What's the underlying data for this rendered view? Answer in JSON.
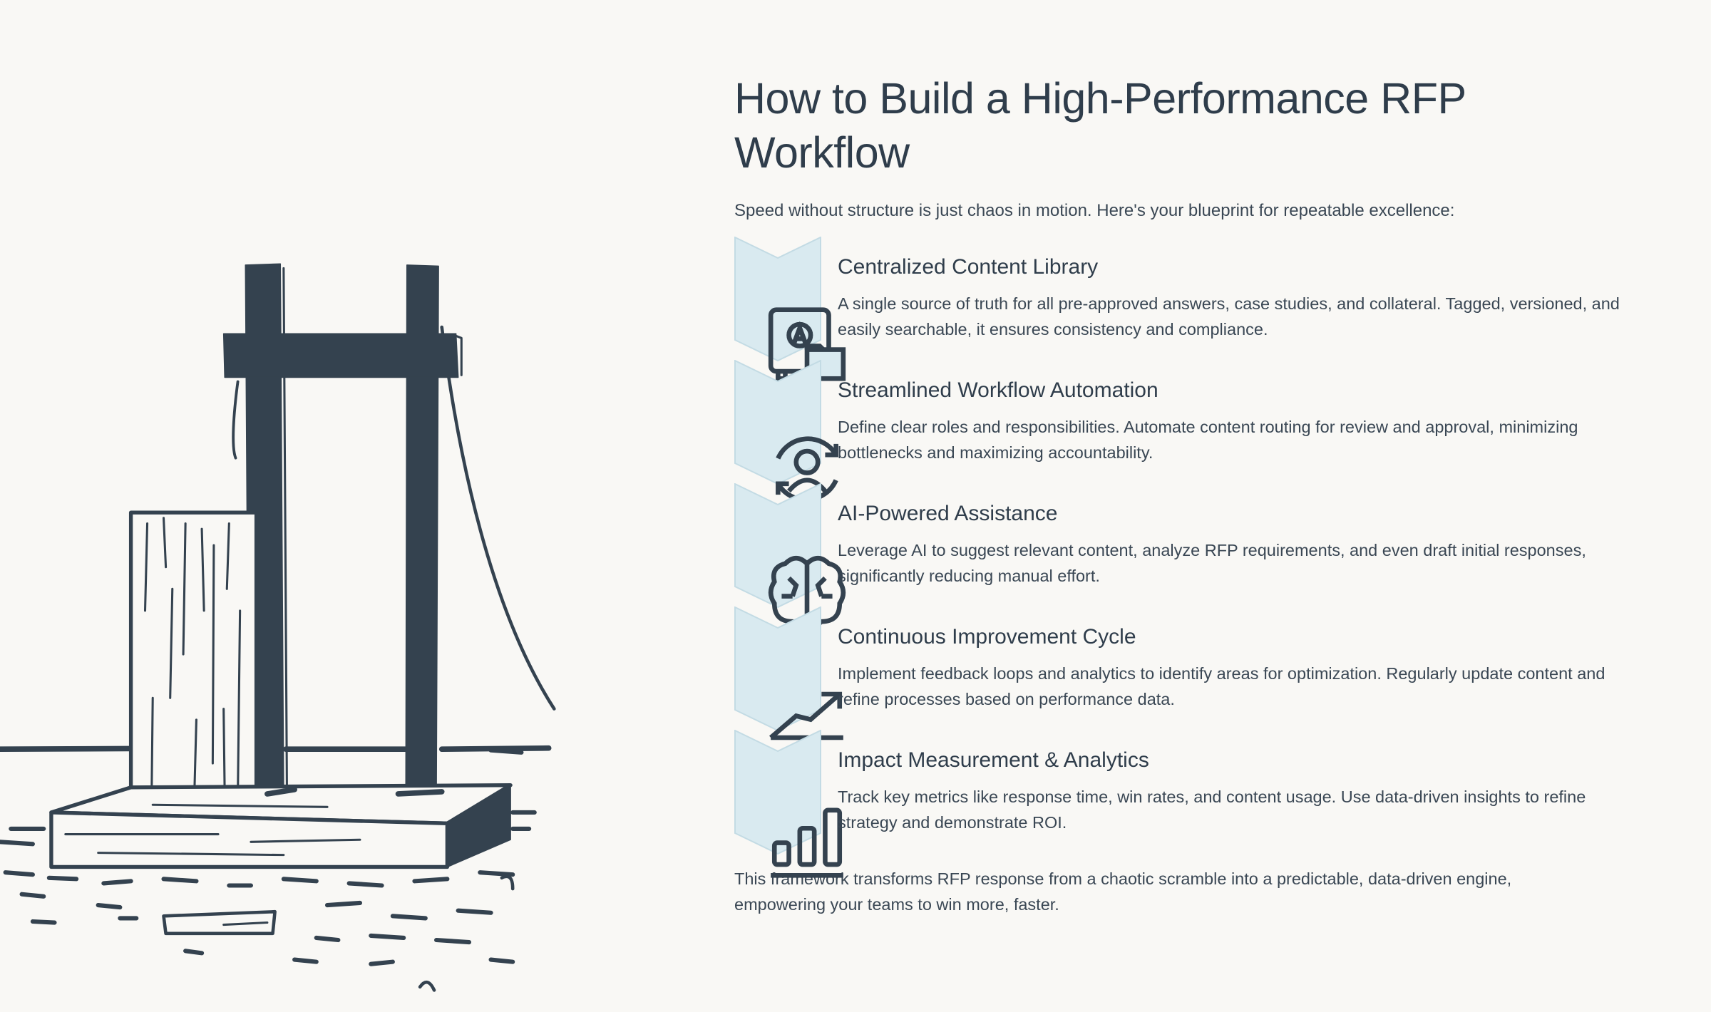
{
  "page": {
    "title": "How to Build a High-Performance RFP Workflow",
    "intro": "Speed without structure is just chaos in motion. Here's your blueprint for repeatable excellence:",
    "steps": [
      {
        "title": "Centralized Content Library",
        "description": "A single source of truth for all pre-approved answers, case studies, and collateral. Tagged, versioned, and easily searchable, it ensures consistency and compliance.",
        "icon": "vault-folder-icon"
      },
      {
        "title": "Streamlined Workflow Automation",
        "description": "Define clear roles and responsibilities. Automate content routing for review and approval, minimizing bottlenecks and maximizing accountability.",
        "icon": "user-cycle-icon"
      },
      {
        "title": "AI-Powered Assistance",
        "description": "Leverage AI to suggest relevant content, analyze RFP requirements, and even draft initial responses, significantly reducing manual effort.",
        "icon": "brain-icon"
      },
      {
        "title": "Continuous Improvement Cycle",
        "description": "Implement feedback loops and analytics to identify areas for optimization. Regularly update content and refine processes based on performance data.",
        "icon": "trend-up-icon"
      },
      {
        "title": "Impact Measurement & Analytics",
        "description": "Track key metrics like response time, win rates, and content usage. Use data-driven insights to refine strategy and demonstrate ROI.",
        "icon": "bar-chart-icon"
      }
    ],
    "outro": "This framework transforms RFP response from a chaotic scramble into a predictable, data-driven engine, empowering your teams to win more, faster."
  },
  "colors": {
    "background": "#f9f8f5",
    "text": "#34424f",
    "chevron_fill": "#d9eaf0",
    "chevron_stroke": "#c3dbe4"
  }
}
